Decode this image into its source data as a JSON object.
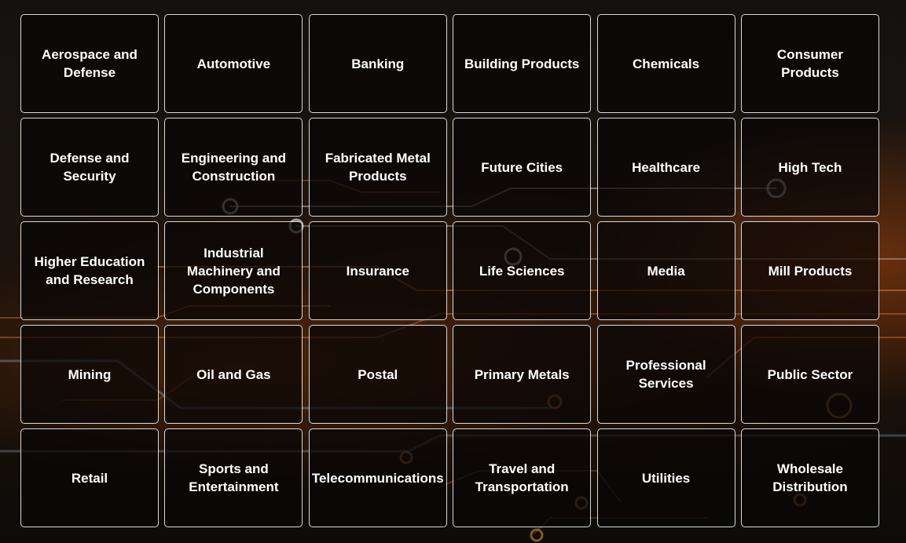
{
  "industries": [
    "Aerospace and Defense",
    "Automotive",
    "Banking",
    "Building Products",
    "Chemicals",
    "Consumer Products",
    "Defense and Security",
    "Engineering and Construction",
    "Fabricated Metal Products",
    "Future Cities",
    "Healthcare",
    "High Tech",
    "Higher Education and Research",
    "Industrial Machinery and Components",
    "Insurance",
    "Life Sciences",
    "Media",
    "Mill Products",
    "Mining",
    "Oil and Gas",
    "Postal",
    "Primary Metals",
    "Professional Services",
    "Public Sector",
    "Retail",
    "Sports and Entertainment",
    "Telecommunications",
    "Travel and Transportation",
    "Utilities",
    "Wholesale Distribution"
  ],
  "colors": {
    "accent_orange": "#c8641e",
    "tile_border": "#ffffff",
    "text": "#ffffff"
  }
}
